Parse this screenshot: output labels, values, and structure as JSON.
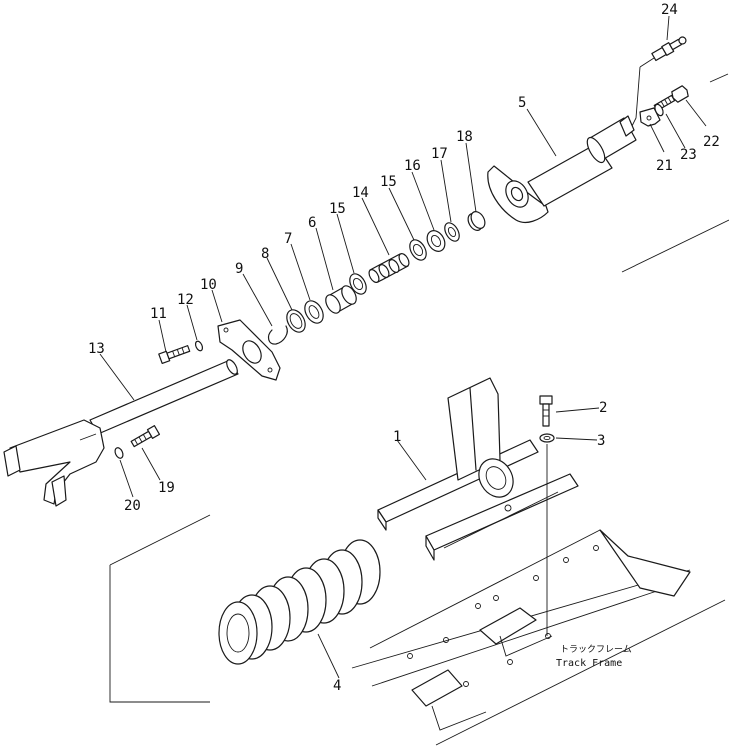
{
  "diagram": {
    "callouts": [
      {
        "id": "1",
        "label": "1"
      },
      {
        "id": "2",
        "label": "2"
      },
      {
        "id": "3",
        "label": "3"
      },
      {
        "id": "4",
        "label": "4"
      },
      {
        "id": "5",
        "label": "5"
      },
      {
        "id": "6",
        "label": "6"
      },
      {
        "id": "7",
        "label": "7"
      },
      {
        "id": "8",
        "label": "8"
      },
      {
        "id": "9",
        "label": "9"
      },
      {
        "id": "10",
        "label": "10"
      },
      {
        "id": "11",
        "label": "11"
      },
      {
        "id": "12",
        "label": "12"
      },
      {
        "id": "13",
        "label": "13"
      },
      {
        "id": "14",
        "label": "14"
      },
      {
        "id": "15a",
        "label": "15"
      },
      {
        "id": "15b",
        "label": "15"
      },
      {
        "id": "16",
        "label": "16"
      },
      {
        "id": "17",
        "label": "17"
      },
      {
        "id": "18",
        "label": "18"
      },
      {
        "id": "19",
        "label": "19"
      },
      {
        "id": "20",
        "label": "20"
      },
      {
        "id": "21",
        "label": "21"
      },
      {
        "id": "22",
        "label": "22"
      },
      {
        "id": "23",
        "label": "23"
      },
      {
        "id": "24",
        "label": "24"
      }
    ],
    "track_frame_label_jp": "トラックフレーム",
    "track_frame_label_en": "Track Frame"
  }
}
